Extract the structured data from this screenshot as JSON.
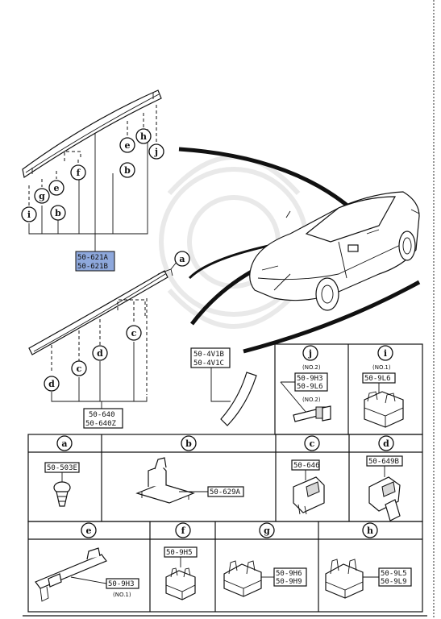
{
  "callouts": {
    "a": "a",
    "b": "b",
    "c": "c",
    "d": "d",
    "e": "e",
    "f": "f",
    "g": "g",
    "h": "h",
    "i": "i",
    "j": "j"
  },
  "parts": {
    "upper_molding": [
      "50-621A",
      "50-621B"
    ],
    "lower_molding": [
      "50-640",
      "50-640Z"
    ],
    "weatherstrip": [
      "50-4V1B",
      "50-4V1C"
    ]
  },
  "panels": {
    "j": {
      "parts": [
        "50-9H3",
        "50-9L6"
      ],
      "notes": [
        "(NO.2)",
        "(NO.2)"
      ]
    },
    "i": {
      "note": "(NO.1)",
      "part": "50-9L6"
    },
    "a": {
      "part": "50-503E"
    },
    "b": {
      "part": "50-629A"
    },
    "c": {
      "part": "50-646"
    },
    "d": {
      "part": "50-649B"
    },
    "e": {
      "part": "50-9H3",
      "note": "(NO.1)"
    },
    "f": {
      "part": "50-9H5"
    },
    "g": {
      "parts": [
        "50-9H6",
        "50-9H9"
      ]
    },
    "h": {
      "parts": [
        "50-9L5",
        "50-9L9"
      ]
    }
  },
  "colors": {
    "highlight": "#8ea8dc",
    "ink": "#111111"
  }
}
